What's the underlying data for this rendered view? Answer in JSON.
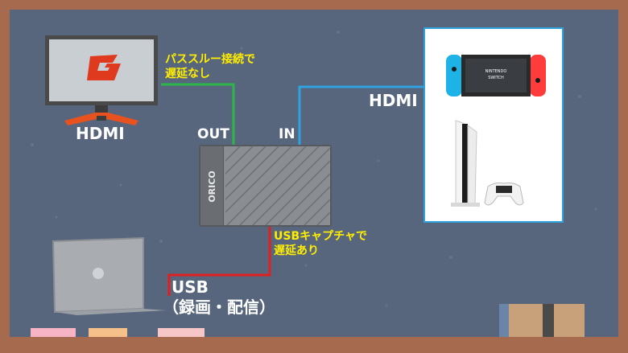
{
  "labels": {
    "monitor_hdmi": "HDMI",
    "passthrough_note_line1": "パススルー接続で",
    "passthrough_note_line2": "遅延なし",
    "out_port": "OUT",
    "in_port": "IN",
    "console_hdmi": "HDMI",
    "capture_note_line1": "USBキャプチャで",
    "capture_note_line2": "遅延あり",
    "usb_label": "USB",
    "usb_sublabel": "（録画・配信）",
    "device_brand": "ORICO",
    "switch_brand_line1": "NINTENDO",
    "switch_brand_line2": "SWITCH"
  },
  "colors": {
    "passthrough_cable": "#2eb54a",
    "hdmi_in_cable": "#2ea3e0",
    "usb_cable": "#e02020",
    "note_text": "#ffee00"
  }
}
